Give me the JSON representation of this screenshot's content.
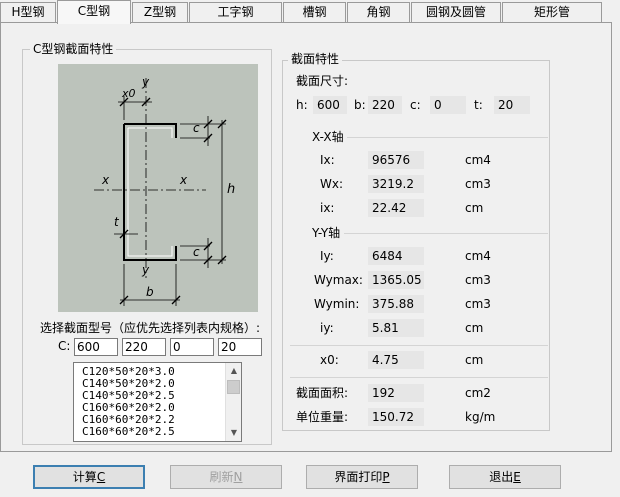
{
  "tabs": [
    {
      "label": "H型钢"
    },
    {
      "label": "C型钢"
    },
    {
      "label": "Z型钢"
    },
    {
      "label": "工字钢"
    },
    {
      "label": "槽钢"
    },
    {
      "label": "角钢"
    },
    {
      "label": "圆钢及圆管"
    },
    {
      "label": "矩形管"
    }
  ],
  "left": {
    "group_title": "C型钢截面特性",
    "diagram_labels": {
      "y_top": "y",
      "x0": "x0",
      "c_top": "c",
      "x_left": "x",
      "x_right": "x",
      "h": "h",
      "t": "t",
      "c_bottom": "c",
      "y_bottom": "y",
      "b": "b"
    },
    "select_label": "选择截面型号（应优先选择列表内规格）:",
    "c_label": "C:",
    "inputs": [
      "600",
      "220",
      "0",
      "20"
    ],
    "list_items": [
      "C120*50*20*3.0",
      "C140*50*20*2.0",
      "C140*50*20*2.5",
      "C160*60*20*2.0",
      "C160*60*20*2.2",
      "C160*60*20*2.5"
    ]
  },
  "right": {
    "group_title": "截面特性",
    "dims_title": "截面尺寸:",
    "dims": [
      {
        "label": "h:",
        "value": "600"
      },
      {
        "label": "b:",
        "value": "220"
      },
      {
        "label": "c:",
        "value": "0"
      },
      {
        "label": "t:",
        "value": "20"
      }
    ],
    "xx_title": "X-X轴",
    "xx": [
      {
        "label": "Ix:",
        "value": "96576",
        "unit": "cm4"
      },
      {
        "label": "Wx:",
        "value": "3219.2",
        "unit": "cm3"
      },
      {
        "label": "ix:",
        "value": "22.42",
        "unit": "cm"
      }
    ],
    "yy_title": "Y-Y轴",
    "yy": [
      {
        "label": "Iy:",
        "value": "6484",
        "unit": "cm4"
      },
      {
        "label": "Wymax:",
        "value": "1365.05",
        "unit": "cm3"
      },
      {
        "label": "Wymin:",
        "value": "375.88",
        "unit": "cm3"
      },
      {
        "label": "iy:",
        "value": "5.81",
        "unit": "cm"
      }
    ],
    "x0": {
      "label": "x0:",
      "value": "4.75",
      "unit": "cm"
    },
    "area": {
      "label": "截面面积:",
      "value": "192",
      "unit": "cm2"
    },
    "weight": {
      "label": "单位重量:",
      "value": "150.72",
      "unit": "kg/m"
    }
  },
  "buttons": {
    "calc": {
      "text": "计算",
      "key": "C"
    },
    "refresh": {
      "text": "刷新",
      "key": "N"
    },
    "print": {
      "text": "界面打印",
      "key": "P"
    },
    "exit": {
      "text": "退出",
      "key": "E"
    }
  }
}
